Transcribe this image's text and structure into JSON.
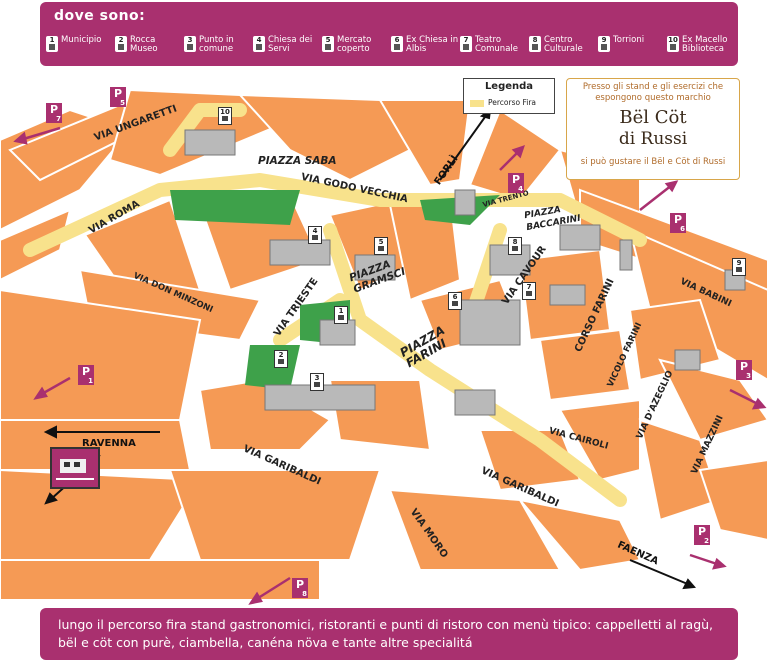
{
  "header": {
    "title": "dove sono:",
    "legend": [
      {
        "n": "1",
        "label": "Municipio"
      },
      {
        "n": "2",
        "label": "Rocca Museo"
      },
      {
        "n": "3",
        "label": "Punto in comune"
      },
      {
        "n": "4",
        "label": "Chiesa dei Servi"
      },
      {
        "n": "5",
        "label": "Mercato coperto"
      },
      {
        "n": "6",
        "label": "Ex Chiesa in Albis"
      },
      {
        "n": "7",
        "label": "Teatro Comunale"
      },
      {
        "n": "8",
        "label": "Centro Culturale"
      },
      {
        "n": "9",
        "label": "Torrioni"
      },
      {
        "n": "10",
        "label": "Ex Macello Biblioteca"
      }
    ]
  },
  "legenda": {
    "title": "Legenda",
    "item": "Percorso Fira"
  },
  "promo": {
    "top": "Presso gli stand e gli esercizi che espongono questo marchio",
    "logo_line1": "Bël Cöt",
    "logo_line2": "di Russi",
    "bottom": "si può gustare il Bël e Cöt di Russi"
  },
  "streets": {
    "ungaretti": "VIA UNGARETTI",
    "roma": "VIA ROMA",
    "don_minzoni": "VIA DON MINZONI",
    "godo_vecchia": "VIA GODO VECCHIA",
    "trieste": "VIA TRIESTE",
    "trento": "VIA TRENTO",
    "cavour": "VIA CAVOUR",
    "farini_corso": "CORSO FARINI",
    "babini": "VIA BABINI",
    "vicolo_farini": "VICOLO FARINI",
    "dazeglio": "VIA D'AZEGLIO",
    "mazzini": "VIA MAZZINI",
    "cairoli": "VIA CAIROLI",
    "garibaldi1": "VIA GARIBALDI",
    "garibaldi2": "VIA GARIBALDI",
    "moro": "VIA MORO"
  },
  "piazze": {
    "saba": "PIAZZA SABA",
    "gramsci": "PIAZZA GRAMSCI",
    "farini": "PIAZZA FARINI",
    "baccarini": "PIAZZA BACCARINI"
  },
  "directions": {
    "forli": "FORLÌ",
    "ravenna": "RAVENNA",
    "faenza": "FAENZA"
  },
  "parking": [
    "P1",
    "P2",
    "P3",
    "P4",
    "P5",
    "P6",
    "P7",
    "P8"
  ],
  "markers": [
    "1",
    "2",
    "3",
    "4",
    "5",
    "6",
    "7",
    "8",
    "9",
    "10"
  ],
  "footer": "lungo il percorso fira stand gastronomici, ristoranti e punti di ristoro con menù tipico: cappelletti al ragù, bël e cöt con purè, ciambella, canéna növa e tante altre specialitá",
  "colors": {
    "brand": "#a9306f",
    "block": "#f59a55",
    "road": "#f8e28c",
    "green": "#3ea14a"
  }
}
